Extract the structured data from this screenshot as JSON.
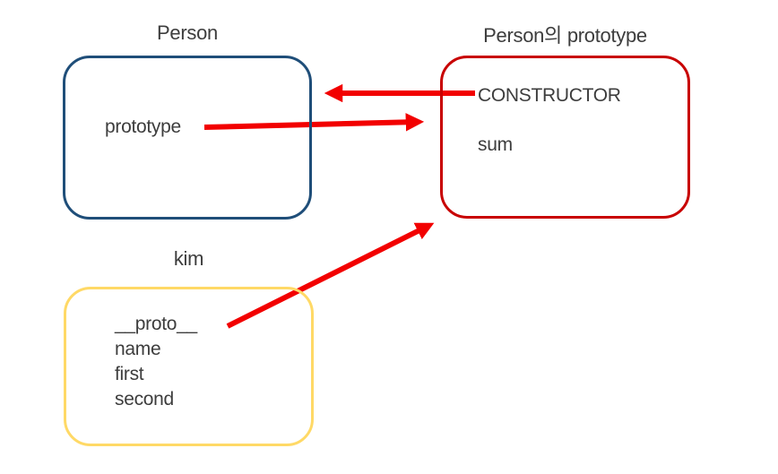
{
  "colors": {
    "person_border": "#1f4e79",
    "person_prototype_border": "#c80000",
    "kim_border": "#ffd966",
    "arrow": "#f20000",
    "text": "#3d3d3d",
    "background": "#ffffff"
  },
  "boxes": {
    "person": {
      "title": "Person",
      "items": [
        "prototype"
      ]
    },
    "person_prototype": {
      "title": "Person의 prototype",
      "items": [
        "CONSTRUCTOR",
        "sum"
      ]
    },
    "kim": {
      "title": "kim",
      "items": [
        "__proto__",
        "name",
        "first",
        "second"
      ]
    }
  },
  "arrows": [
    {
      "name": "constructor-to-person",
      "from": "CONSTRUCTOR",
      "to": "Person box",
      "direction": "left"
    },
    {
      "name": "prototype-to-person-prototype",
      "from": "prototype",
      "to": "Person의 prototype box",
      "direction": "right"
    },
    {
      "name": "proto-to-person-prototype",
      "from": "__proto__",
      "to": "Person의 prototype box",
      "direction": "up-right"
    }
  ]
}
